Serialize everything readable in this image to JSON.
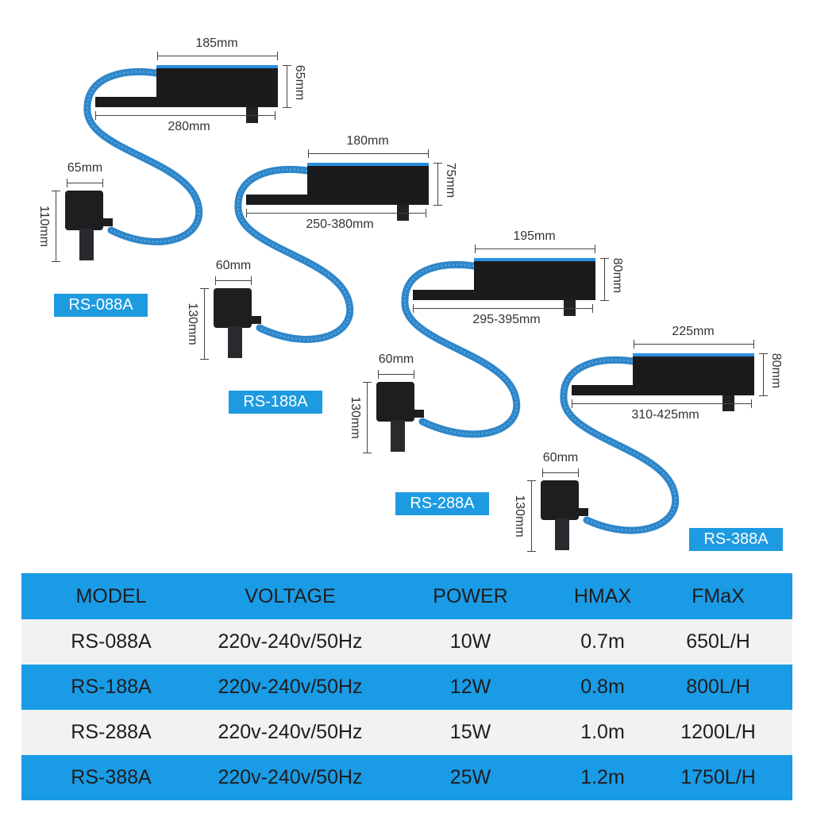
{
  "products": [
    {
      "model": "RS-088A",
      "filter_width": "185mm",
      "filter_height": "65mm",
      "overall_length": "280mm",
      "pump_width": "65mm",
      "pump_height": "110mm"
    },
    {
      "model": "RS-188A",
      "filter_width": "180mm",
      "filter_height": "75mm",
      "overall_length": "250-380mm",
      "pump_width": "60mm",
      "pump_height": "130mm"
    },
    {
      "model": "RS-288A",
      "filter_width": "195mm",
      "filter_height": "80mm",
      "overall_length": "295-395mm",
      "pump_width": "60mm",
      "pump_height": "130mm"
    },
    {
      "model": "RS-388A",
      "filter_width": "225mm",
      "filter_height": "80mm",
      "overall_length": "310-425mm",
      "pump_width": "60mm",
      "pump_height": "130mm"
    }
  ],
  "table": {
    "headers": [
      "MODEL",
      "VOLTAGE",
      "POWER",
      "HMAX",
      "FMaX"
    ],
    "rows": [
      [
        "RS-088A",
        "220v-240v/50Hz",
        "10W",
        "0.7m",
        "650L/H"
      ],
      [
        "RS-188A",
        "220v-240v/50Hz",
        "12W",
        "0.8m",
        "800L/H"
      ],
      [
        "RS-288A",
        "220v-240v/50Hz",
        "15W",
        "1.0m",
        "1200L/H"
      ],
      [
        "RS-388A",
        "220v-240v/50Hz",
        "25W",
        "1.2m",
        "1750L/H"
      ]
    ]
  },
  "colors": {
    "accent": "#1a9be6",
    "hose": "#2f86c9",
    "row_alt": "#f2f2f2"
  }
}
